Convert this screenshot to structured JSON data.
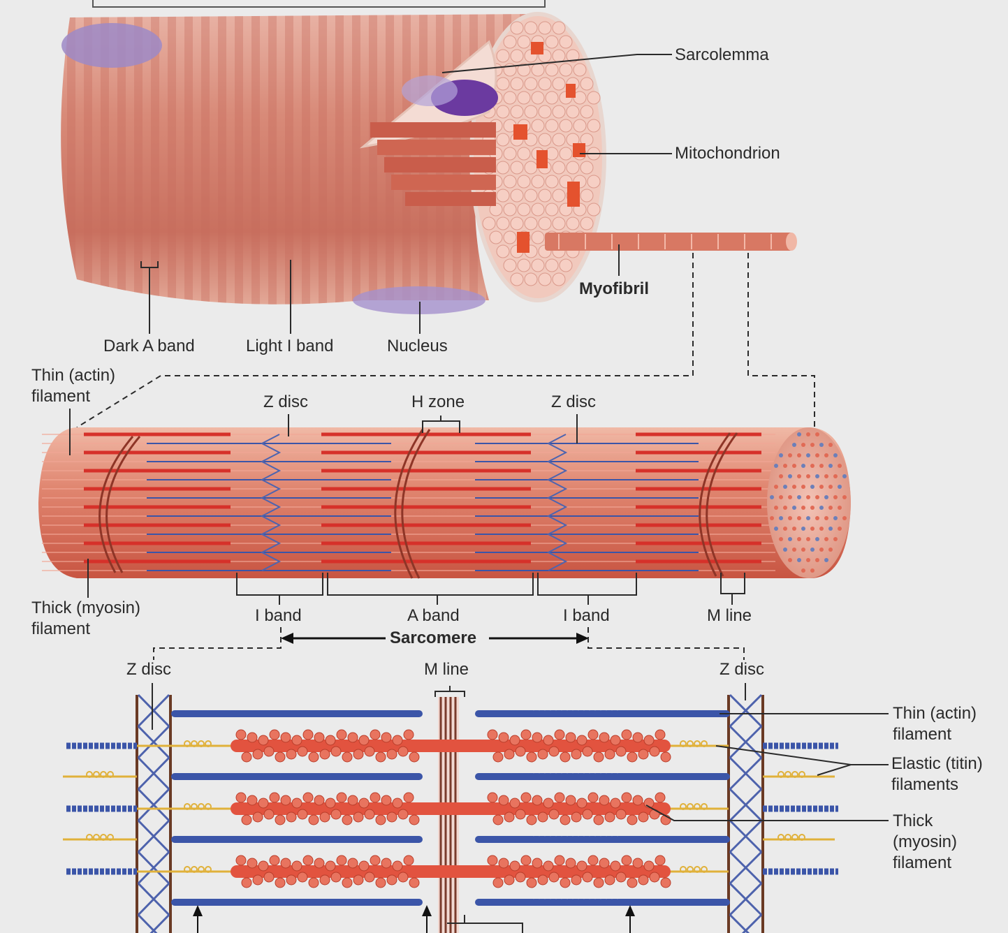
{
  "colors": {
    "background": "#ebebeb",
    "muscle": "#d98a7a",
    "muscle_dark": "#b8594a",
    "actin": "#3b55a8",
    "myosin": "#e2533f",
    "titin": "#e0b13a",
    "nucleus": "#9b86c4",
    "label_line": "#2a2a2a"
  },
  "fiber_labels": {
    "sarcolemma": "Sarcolemma",
    "mitochondrion": "Mitochondrion",
    "myofibril": "Myofibril",
    "dark_a_band": "Dark A band",
    "light_i_band": "Light I band",
    "nucleus": "Nucleus"
  },
  "myofibril_labels": {
    "thin_filament": [
      "Thin (actin)",
      "filament"
    ],
    "thick_filament": [
      "Thick (myosin)",
      "filament"
    ],
    "z_disc_left": "Z disc",
    "h_zone": "H zone",
    "z_disc_right": "Z disc",
    "i_band_left": "I band",
    "a_band": "A band",
    "i_band_right": "I band",
    "m_line": "M line",
    "sarcomere": "Sarcomere"
  },
  "sarcomere_labels": {
    "z_disc_left": "Z disc",
    "m_line": "M line",
    "z_disc_right": "Z disc",
    "thin_filament": [
      "Thin (actin)",
      "filament"
    ],
    "elastic_filaments": [
      "Elastic (titin)",
      "filaments"
    ],
    "thick_filament": [
      "Thick",
      "(myosin)",
      "filament"
    ]
  }
}
